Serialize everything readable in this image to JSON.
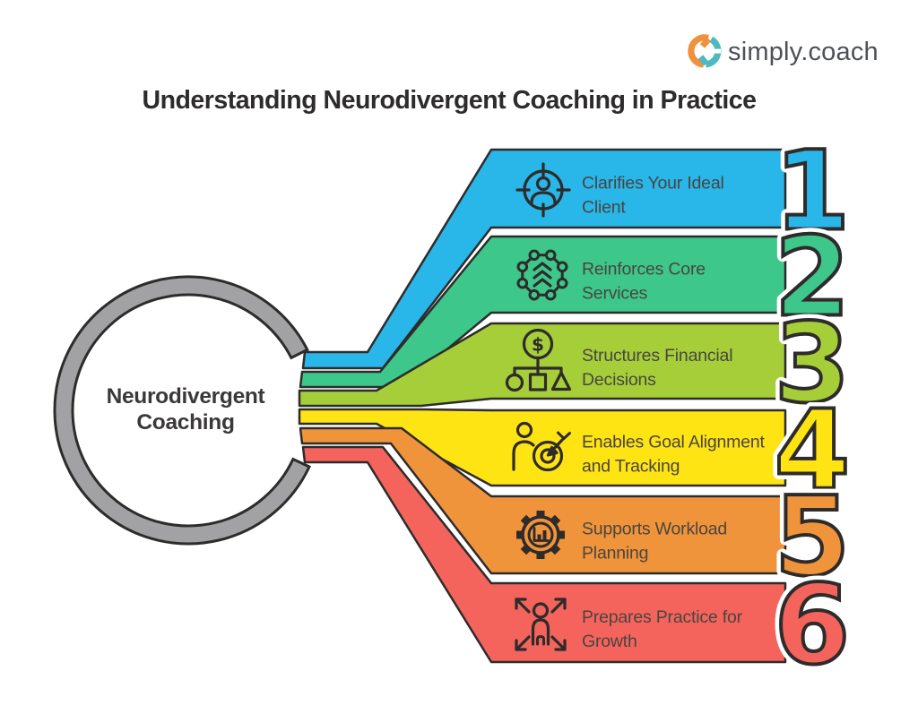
{
  "brand": {
    "name": "simply.coach",
    "mark_orange": "#F0913C",
    "mark_teal": "#4FB9C1",
    "text_color": "#4D5156"
  },
  "title": "Understanding Neurodivergent Coaching in Practice",
  "center": {
    "line1": "Neurodivergent",
    "line2": "Coaching",
    "ring_color": "#A2A2A4"
  },
  "style_colors": {
    "outline": "#2E2B2B",
    "label_text": "#4A4540",
    "title_text": "#2D2B2C",
    "background": "#FFFFFF"
  },
  "bands": [
    {
      "number": "1",
      "label_line1": "Clarifies Your Ideal",
      "label_line2": "Client",
      "color": "#29B6E9",
      "icon": "target-client-icon"
    },
    {
      "number": "2",
      "label_line1": "Reinforces Core",
      "label_line2": "Services",
      "color": "#3EC78A",
      "icon": "network-services-icon"
    },
    {
      "number": "3",
      "label_line1": "Structures Financial",
      "label_line2": "Decisions",
      "color": "#A6CE39",
      "icon": "finance-structure-icon",
      "icon_glyph": "$"
    },
    {
      "number": "4",
      "label_line1": "Enables Goal Alignment",
      "label_line2": "and Tracking",
      "color": "#FFE414",
      "icon": "goal-tracking-icon"
    },
    {
      "number": "5",
      "label_line1": "Supports Workload",
      "label_line2": "Planning",
      "color": "#F0943C",
      "icon": "workload-gear-icon"
    },
    {
      "number": "6",
      "label_line1": "Prepares Practice for",
      "label_line2": "Growth",
      "color": "#F4645C",
      "icon": "growth-expand-icon"
    }
  ]
}
